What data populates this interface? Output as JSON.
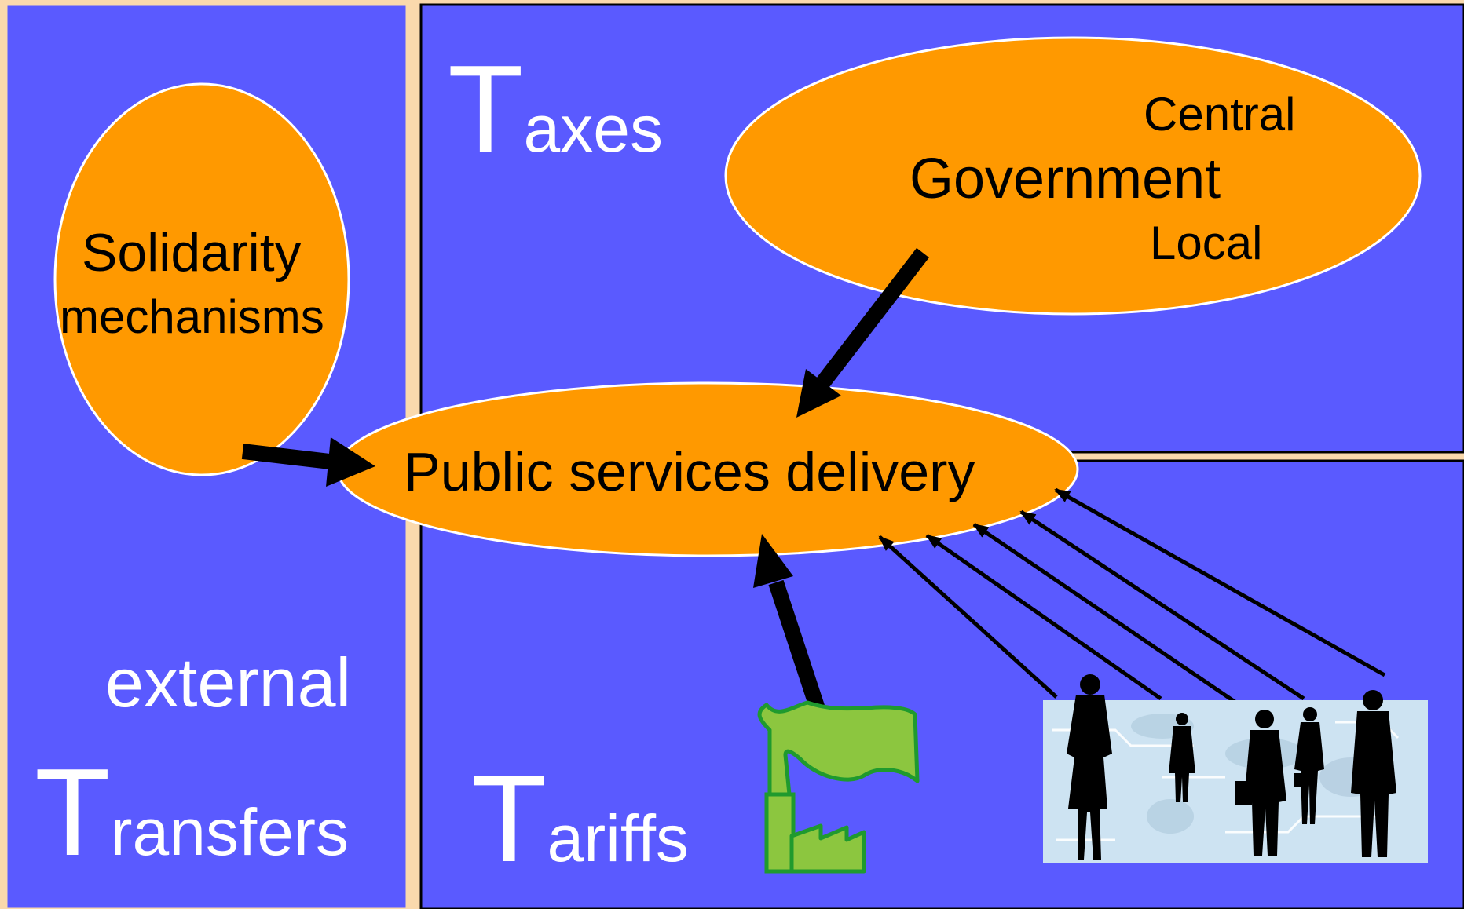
{
  "colors": {
    "panel_fill": "#5a5aff",
    "panel_border": "#fad9ad",
    "ellipse_fill": "#ff9900",
    "ellipse_stroke": "#ffffff",
    "arrow": "#000000",
    "factory_fill": "#8cc63f",
    "factory_stroke": "#1f9a2e",
    "photo_bg": "#cde3f2"
  },
  "panels": {
    "taxes": {
      "initial": "T",
      "rest": "axes"
    },
    "tariffs": {
      "initial": "T",
      "rest": "ariffs"
    },
    "transfers": {
      "line1": "external",
      "initial": "T",
      "rest": "ransfers"
    }
  },
  "government": {
    "top": "Central",
    "main": "Government",
    "bottom": "Local"
  },
  "solidarity": {
    "line1": "Solidarity",
    "line2": "mechanisms"
  },
  "public_services": {
    "label": "Public services delivery"
  },
  "icons": {
    "factory": "factory-icon",
    "people": "business-people-icon"
  }
}
